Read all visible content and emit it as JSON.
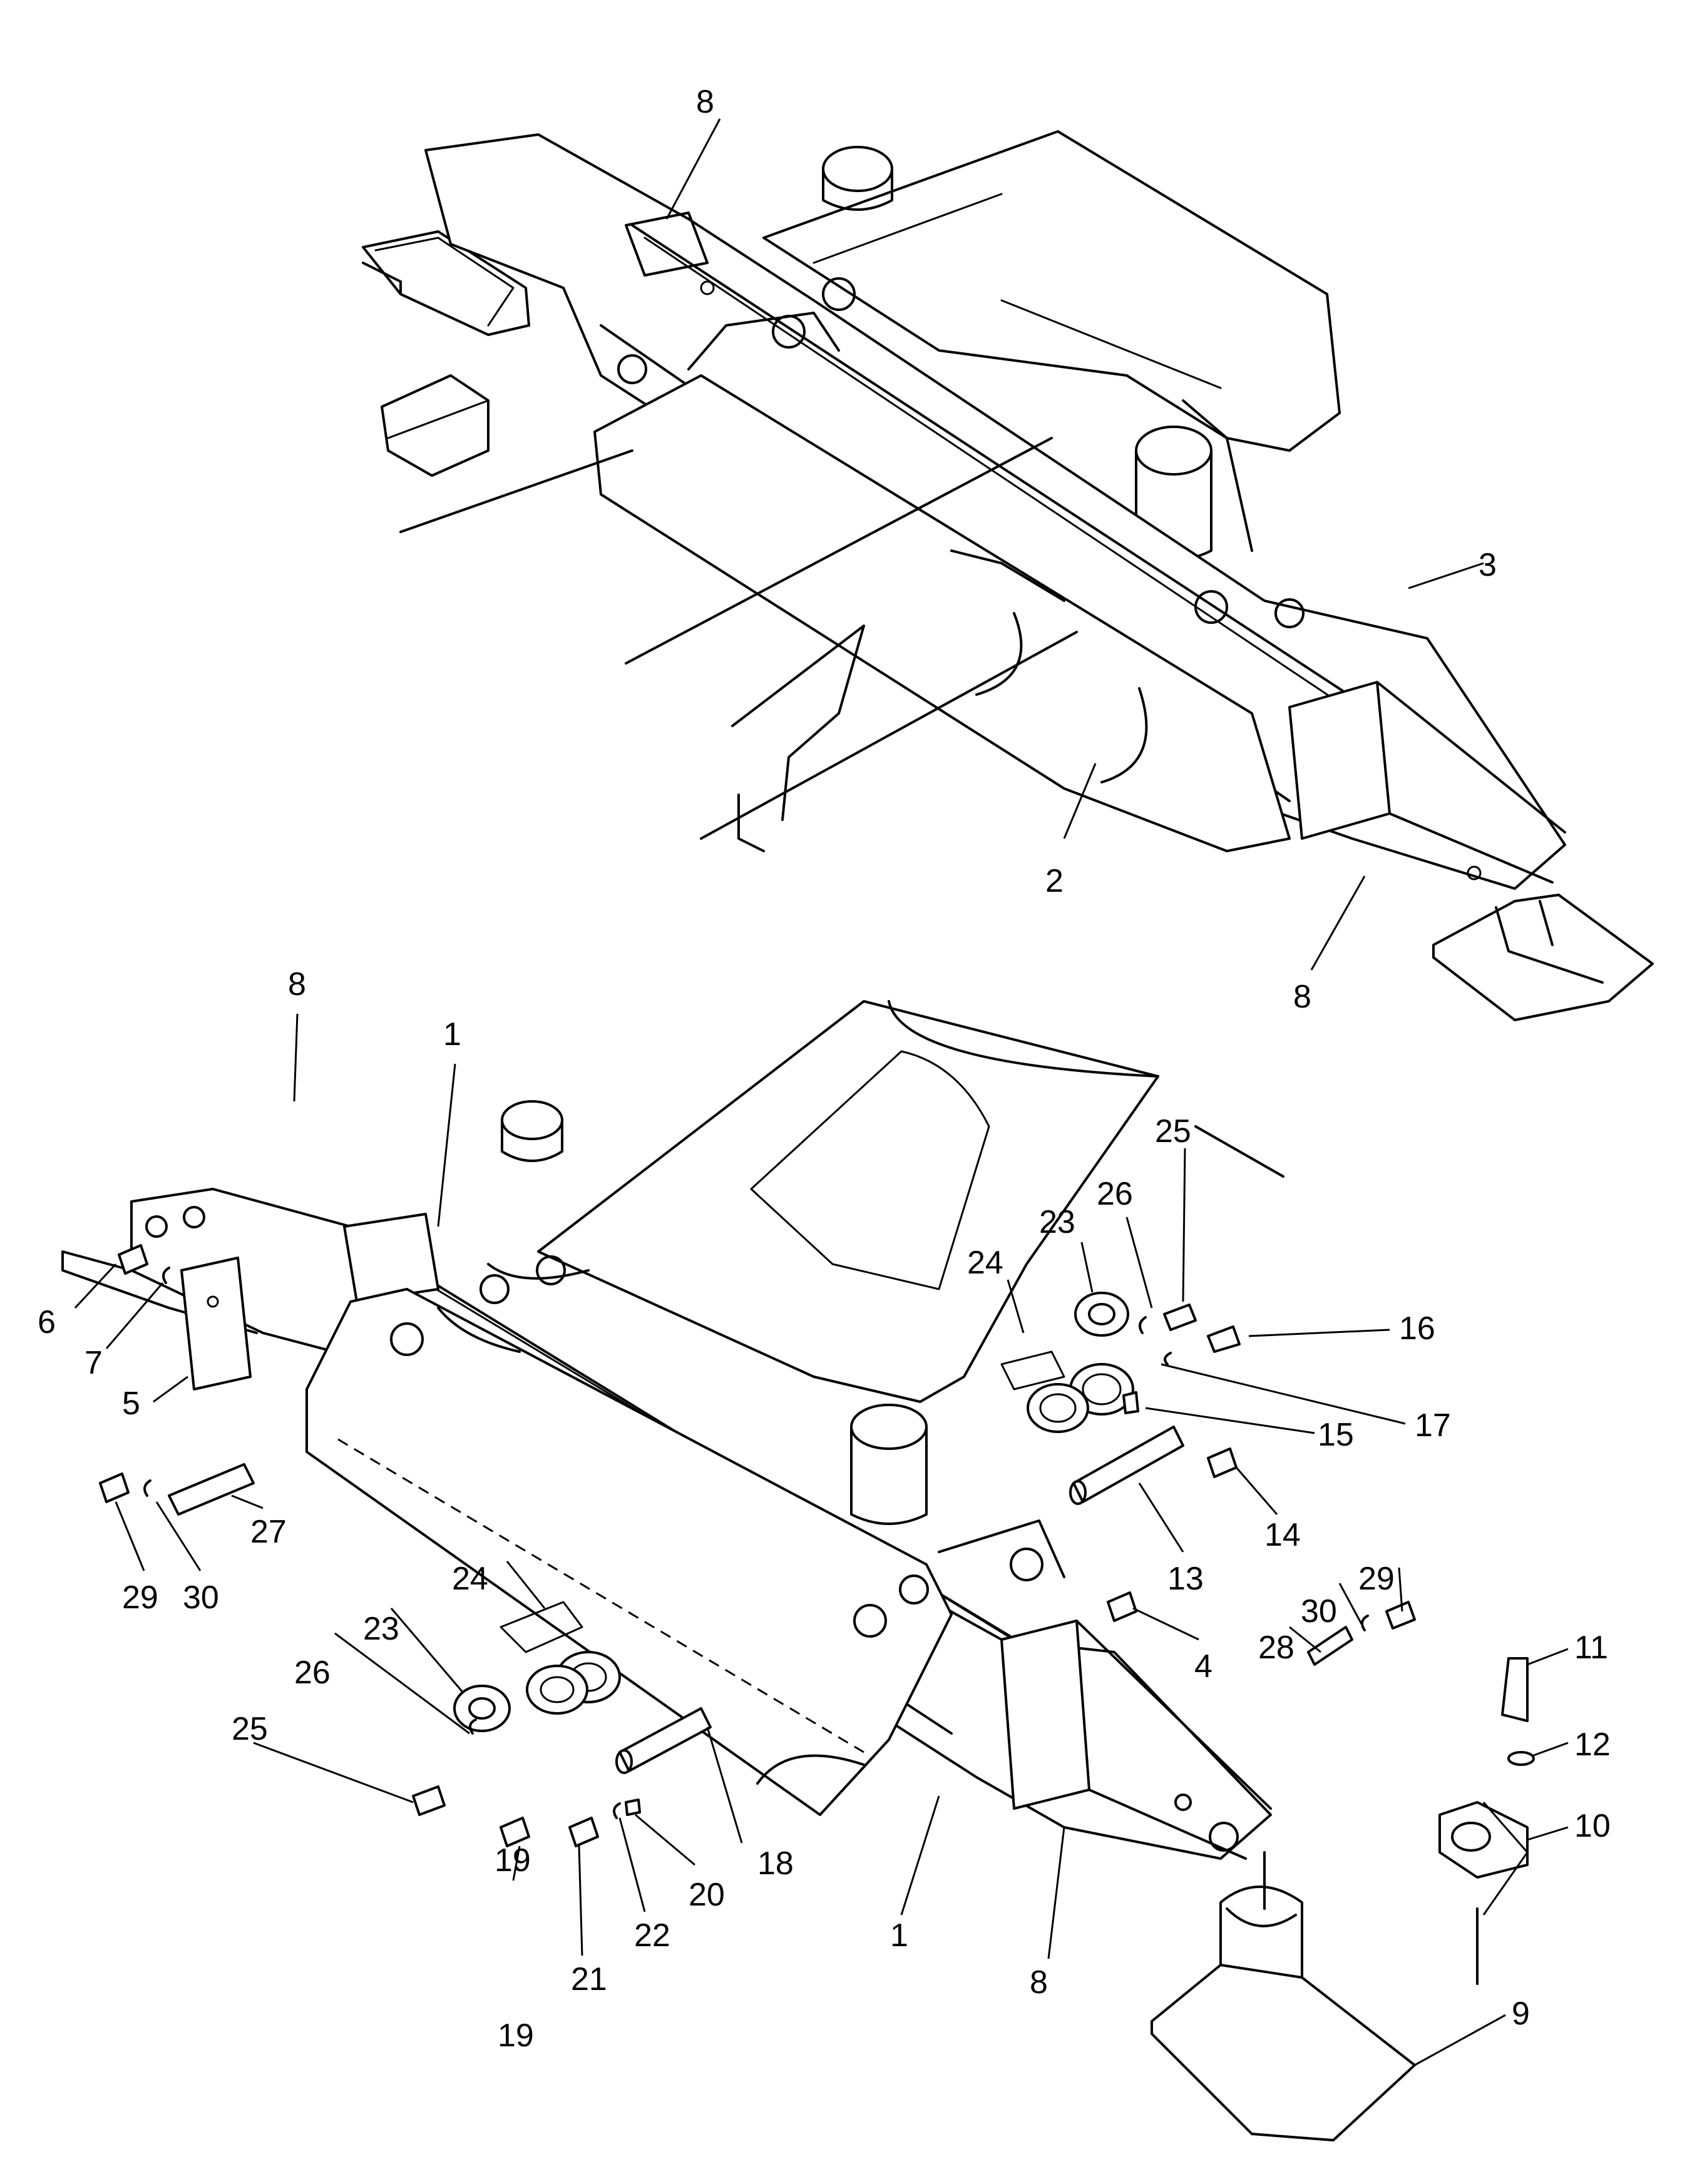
{
  "upper_view": {
    "callouts": [
      "8",
      "3",
      "2",
      "8"
    ]
  },
  "lower_view": {
    "callouts": [
      "8",
      "1",
      "25",
      "26",
      "23",
      "24",
      "16",
      "6",
      "7",
      "17",
      "15",
      "5",
      "14",
      "13",
      "27",
      "29",
      "30",
      "24",
      "4",
      "29",
      "30",
      "23",
      "28",
      "26",
      "11",
      "25",
      "12",
      "18",
      "10",
      "20",
      "19",
      "22",
      "1",
      "21",
      "19",
      "8",
      "9"
    ]
  }
}
